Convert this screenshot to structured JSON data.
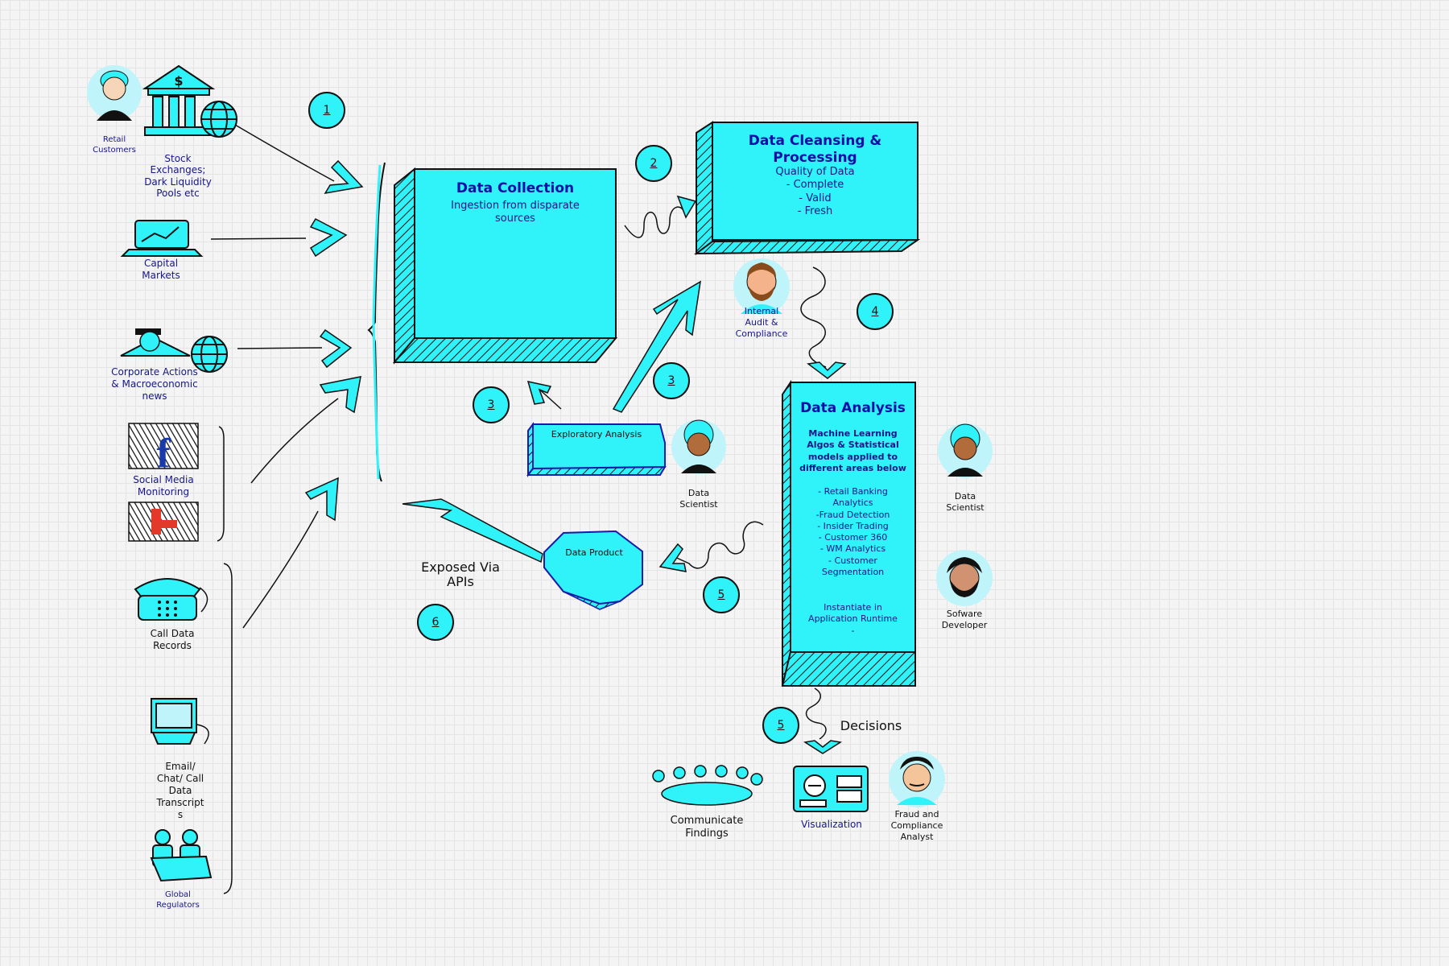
{
  "colors": {
    "cyan": "#2ff3f8",
    "stroke": "#111111",
    "navy": "#16168a",
    "title_blue": "#0e0ea8"
  },
  "sources": {
    "retail_customers": "Retail\nCustomers",
    "stock_exchanges": "Stock\nExchanges;\nDark Liquidity\nPools etc",
    "capital_markets": "Capital\nMarkets",
    "corporate_actions": "Corporate Actions\n& Macroeconomic\nnews",
    "social_media": "Social Media\nMonitoring",
    "call_data": "Call Data\nRecords",
    "email_chat": "Email/\nChat/ Call\nData\nTranscript\ns",
    "global_regulators": "Global\nRegulators"
  },
  "data_collection": {
    "title": "Data Collection",
    "subtitle": "Ingestion from disparate\nsources"
  },
  "data_cleansing": {
    "title": "Data Cleansing &\nProcessing",
    "body": "Quality of Data\n- Complete\n- Valid\n- Fresh"
  },
  "data_analysis": {
    "title": "Data Analysis",
    "intro": "Machine Learning\nAlgos & Statistical\nmodels applied to\ndifferent areas below",
    "areas": "- Retail Banking\nAnalytics\n-Fraud Detection\n- Insider Trading\n- Customer 360\n- WM Analytics\n- Customer\nSegmentation",
    "runtime": "Instantiate in\nApplication Runtime\n-"
  },
  "exploratory_analysis": "Exploratory Analysis",
  "data_product": "Data Product",
  "exposed_via_apis": "Exposed Via\nAPIs",
  "decisions": "Decisions",
  "communicate_findings": "Communicate\nFindings",
  "visualization": "Visualization",
  "people": {
    "internal_audit": "Internal\nAudit &\nCompliance",
    "data_scientist_1": "Data\nScientist",
    "data_scientist_2": "Data\nScientist",
    "software_developer": "Sofware\nDeveloper",
    "fraud_analyst": "Fraud and\nCompliance\nAnalyst"
  },
  "steps": [
    "1",
    "2",
    "3",
    "3",
    "4",
    "5",
    "5",
    "6"
  ],
  "icons": [
    "person-icon",
    "bank-icon",
    "globe-icon",
    "laptop-icon",
    "facebook-icon",
    "twitter-icon",
    "telephone-icon",
    "computer-icon",
    "regulators-icon",
    "meeting-table-icon",
    "dashboard-icon"
  ]
}
